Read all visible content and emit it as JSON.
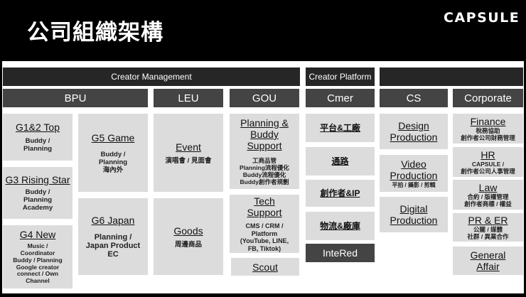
{
  "header": {
    "title": "公司組織架構",
    "logo": "CAPSULE"
  },
  "top_bars": [
    {
      "label": "Creator Management"
    },
    {
      "label": "Creator Platform"
    },
    {
      "label": ""
    }
  ],
  "departments": [
    {
      "label": "BPU"
    },
    {
      "label": "LEU"
    },
    {
      "label": "GOU"
    },
    {
      "label": "Cmer"
    },
    {
      "label": "CS"
    },
    {
      "label": "Corporate"
    }
  ],
  "bpu": [
    {
      "title": "G1&2 Top",
      "desc": "Buddy /\nPlanning"
    },
    {
      "title": "G3 Rising Star",
      "desc": "Buddy /\nPlanning\nAcademy"
    },
    {
      "title": "G4 New",
      "desc": "Music /\nCoordinator\nBuddy / Planning\nGoogle creator\nconnect / Own\nChannel"
    },
    {
      "title": "G5 Game",
      "desc": "Buddy /\nPlanning\n海內外"
    },
    {
      "title": "G6 Japan",
      "desc": "Planning /\nJapan Product\nEC"
    }
  ],
  "leu": [
    {
      "title": "Event",
      "desc": "演唱會 / 見面會"
    },
    {
      "title": "Goods",
      "desc": "周邊商品"
    }
  ],
  "gou": [
    {
      "title": "Planning & Buddy Support",
      "desc": "工商品管\nPlanning流程優化\nBuddy流程優化\nBuddy創作者規劃"
    },
    {
      "title": "Tech Support",
      "desc": "CMS / CRM /\nPlatform\n(YouTube, LINE,\nFB, Tiktok)"
    },
    {
      "title": "Scout",
      "desc": ""
    }
  ],
  "cmer": [
    {
      "title": "平台&工廠"
    },
    {
      "title": "通路"
    },
    {
      "title": "創作者&IP"
    },
    {
      "title": "物流&廠庫"
    },
    {
      "title": "InteRed"
    }
  ],
  "cs": [
    {
      "title": "Design Production",
      "desc": ""
    },
    {
      "title": "Video Production",
      "desc": "平拍 / 攝影 / 剪輯"
    },
    {
      "title": "Digital Production",
      "desc": ""
    }
  ],
  "corporate": [
    {
      "title": "Finance",
      "desc": "稅務協助\n創作者公司財務管理"
    },
    {
      "title": "HR",
      "desc": "CAPSULE /\n創作者公司人事管理"
    },
    {
      "title": "Law",
      "desc": "合約 / 版權管理\n創作者商標 / 權益"
    },
    {
      "title": "PR & ER",
      "desc": "公關 / 媒體\n社群 / 異業合作"
    },
    {
      "title": "General Affair",
      "desc": ""
    }
  ],
  "colors": {
    "background": "#000000",
    "panel": "#ffffff",
    "bar_dark": "#262626",
    "header_gray": "#444444",
    "box_light": "#dcdcdc"
  }
}
